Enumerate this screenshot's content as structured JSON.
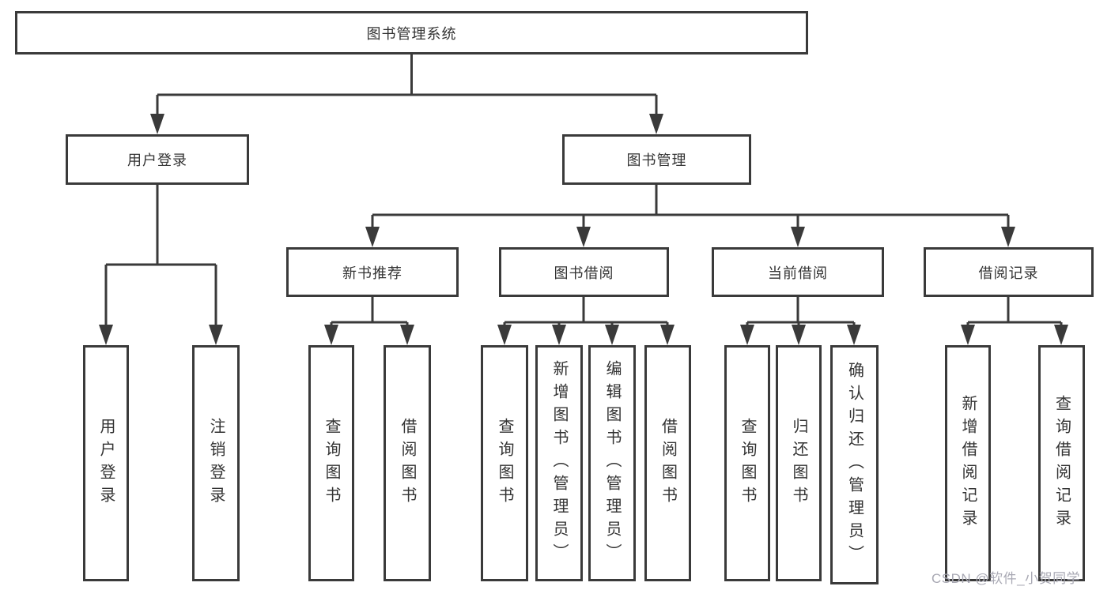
{
  "tree": {
    "root": {
      "label": "图书管理系统",
      "children": [
        {
          "label": "用户登录",
          "children": [
            {
              "label": "用户登录"
            },
            {
              "label": "注销登录"
            }
          ]
        },
        {
          "label": "图书管理",
          "children": [
            {
              "label": "新书推荐",
              "children": [
                {
                  "label": "查询图书"
                },
                {
                  "label": "借阅图书"
                }
              ]
            },
            {
              "label": "图书借阅",
              "children": [
                {
                  "label": "查询图书"
                },
                {
                  "label": "新增图书（管理员）"
                },
                {
                  "label": "编辑图书（管理员）"
                },
                {
                  "label": "借阅图书"
                }
              ]
            },
            {
              "label": "当前借阅",
              "children": [
                {
                  "label": "查询图书"
                },
                {
                  "label": "归还图书"
                },
                {
                  "label": "确认归还（管理员）"
                }
              ]
            },
            {
              "label": "借阅记录",
              "children": [
                {
                  "label": "新增借阅记录"
                },
                {
                  "label": "查询借阅记录"
                }
              ]
            }
          ]
        }
      ]
    }
  },
  "watermark": "CSDN @软件_小贺同学",
  "colors": {
    "line": "#3a3a3a",
    "text": "#333333",
    "background": "#ffffff",
    "watermark": "#a9a9b4"
  }
}
